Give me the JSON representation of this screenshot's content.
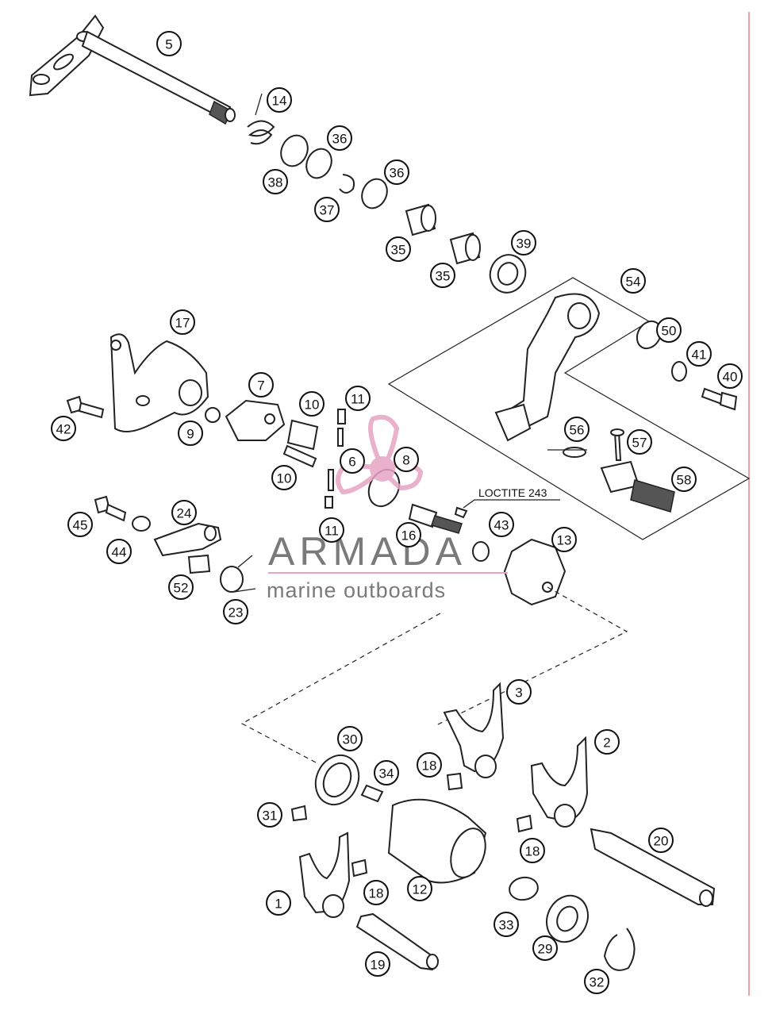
{
  "diagram": {
    "note_label": "LOCTITE 243",
    "callouts": [
      "5",
      "14",
      "36",
      "38",
      "37",
      "36",
      "35",
      "39",
      "35",
      "54",
      "50",
      "41",
      "40",
      "17",
      "7",
      "10",
      "11",
      "42",
      "9",
      "6",
      "8",
      "10",
      "56",
      "57",
      "58",
      "11",
      "16",
      "43",
      "13",
      "24",
      "45",
      "44",
      "52",
      "23",
      "3",
      "2",
      "30",
      "34",
      "18",
      "31",
      "20",
      "18",
      "1",
      "18",
      "12",
      "33",
      "29",
      "19",
      "32"
    ]
  },
  "watermark": {
    "brand": "ARMADA",
    "tagline": "marine outboards",
    "accent_color": "#e7a4c4",
    "text_color": "#7a7a7a"
  },
  "border_color": "#e8a3a3"
}
